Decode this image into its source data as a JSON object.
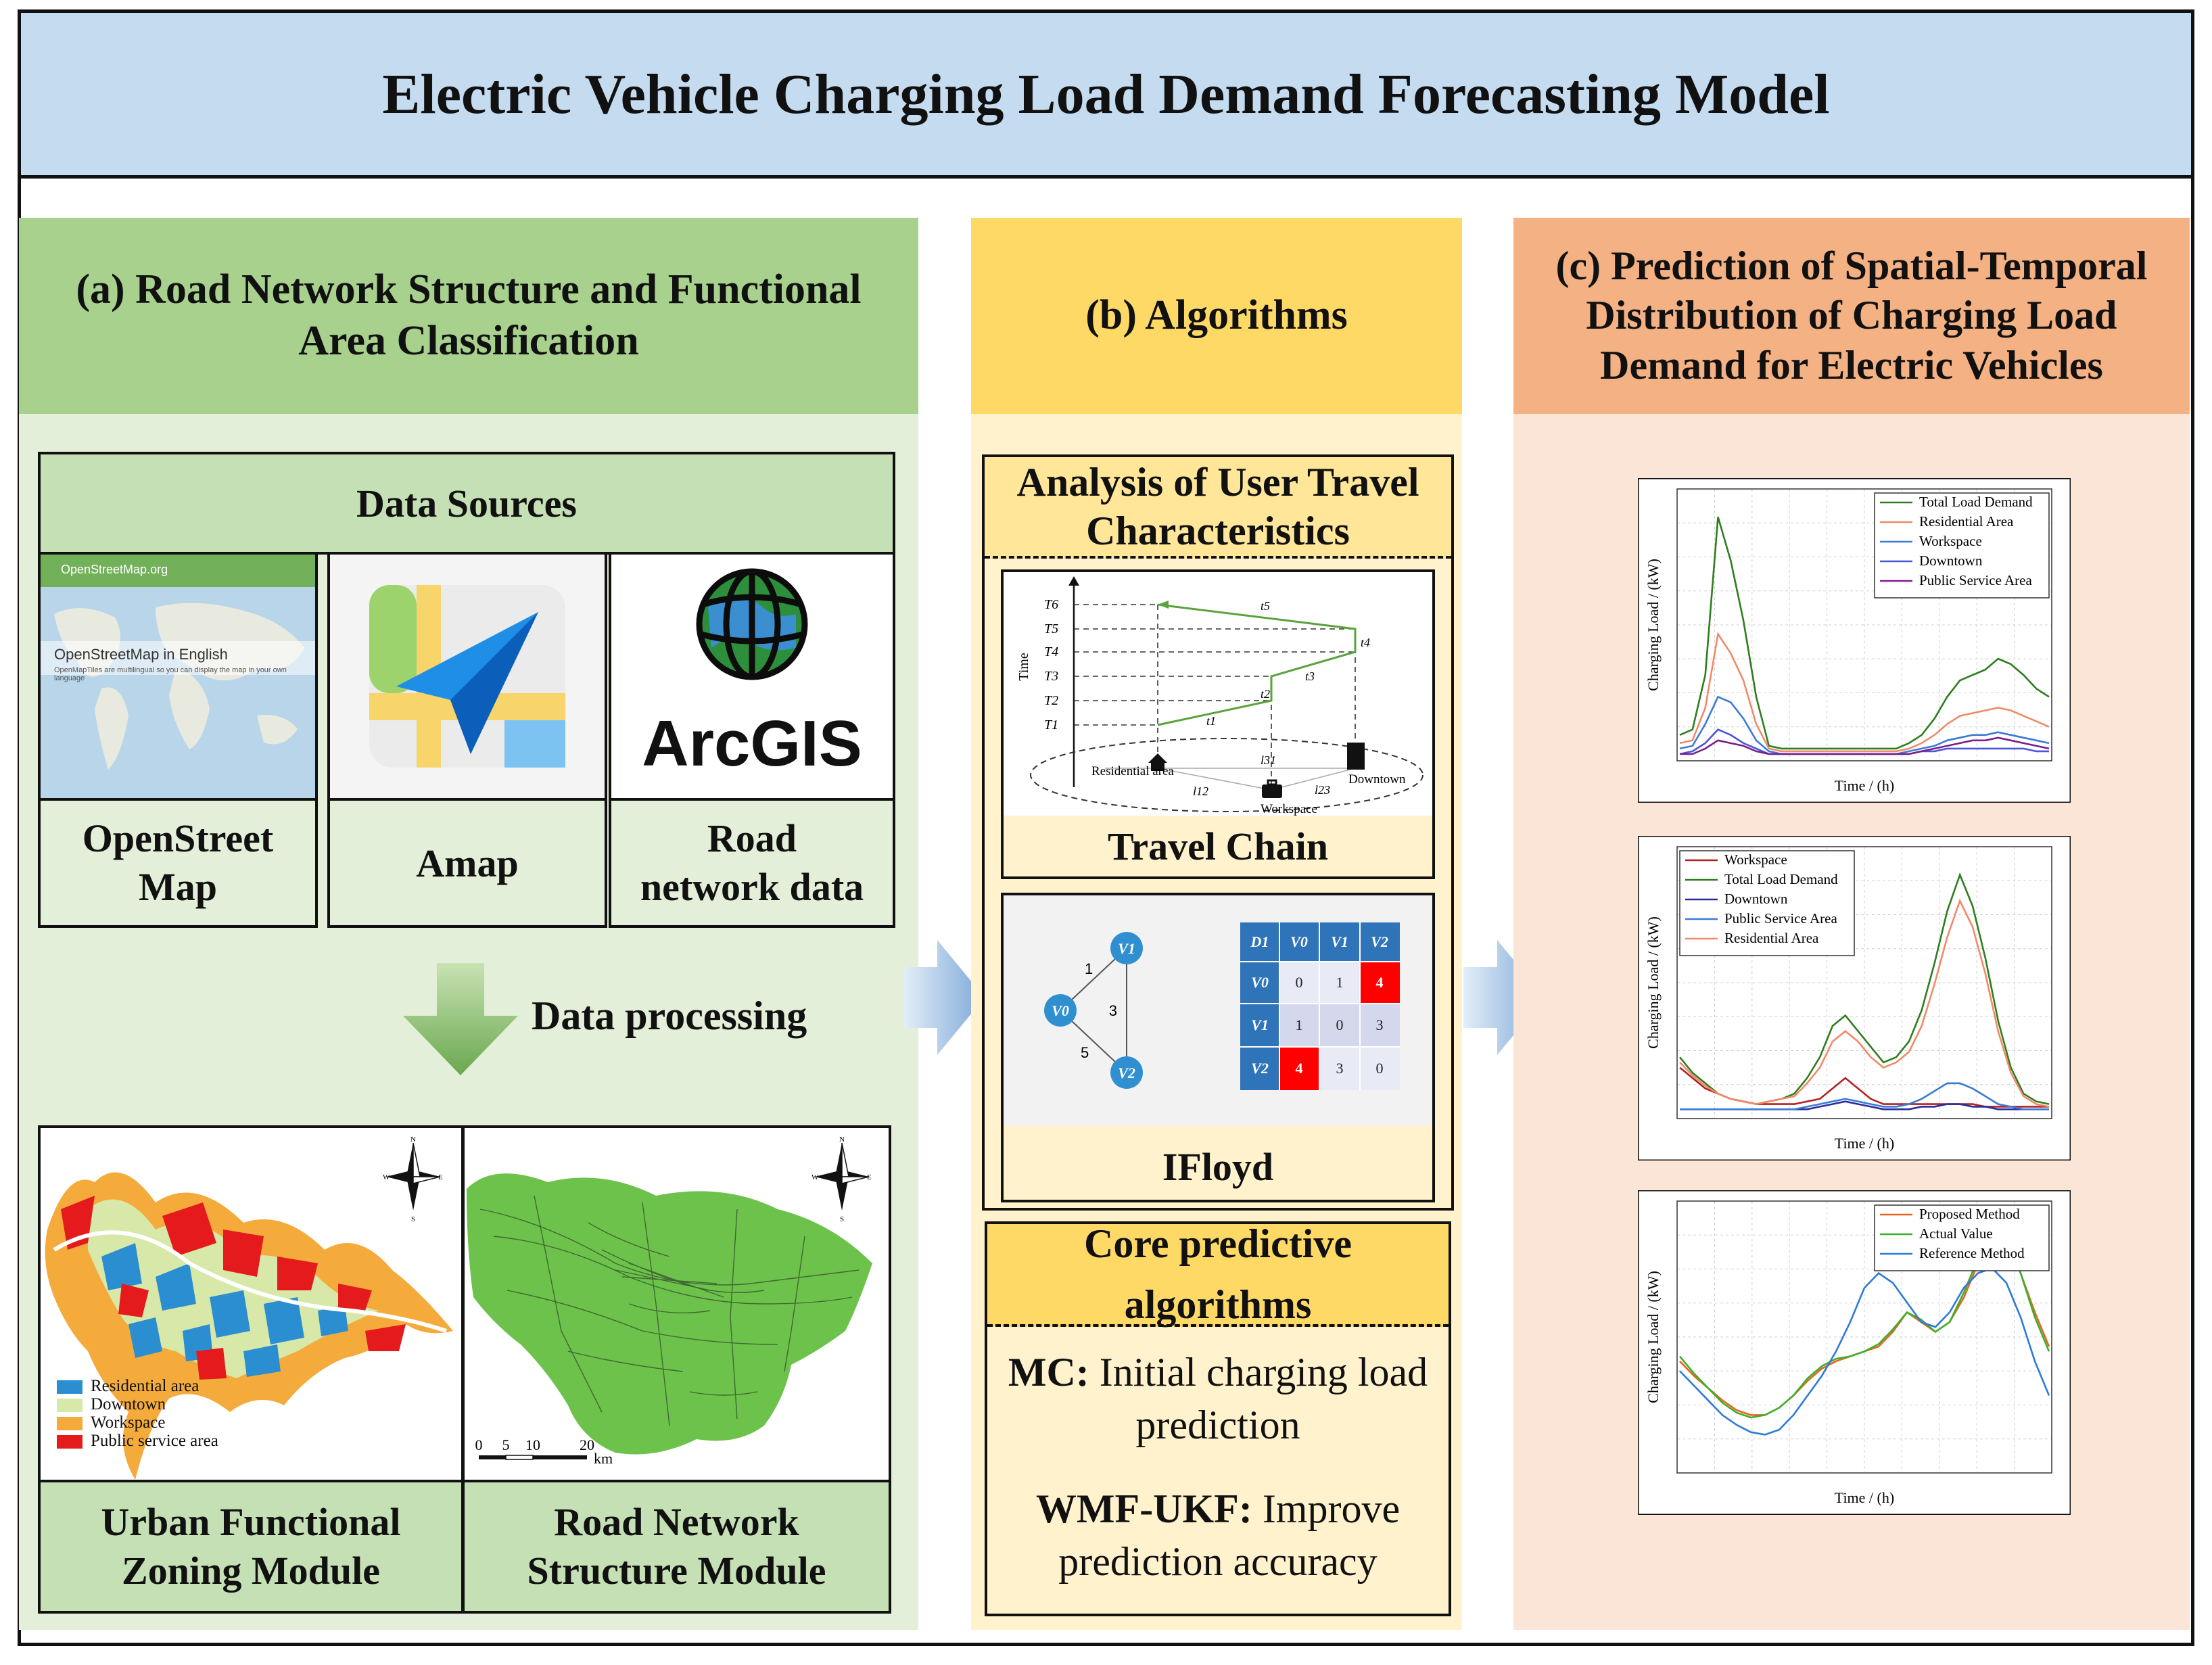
{
  "title": "Electric Vehicle Charging Load Demand Forecasting Model",
  "panel_a": {
    "heading": "(a) Road Network Structure and Functional Area Classification",
    "data_sources_label": "Data Sources",
    "sources": [
      {
        "label": "OpenStreet Map",
        "screenshot_title": "OpenStreetMap in English",
        "screenshot_sub": "OpenStreetMap.org",
        "screenshot_text": "OpenMapTiles are multilingual so you can display the map in your own language"
      },
      {
        "label": "Amap"
      },
      {
        "label": "Road network data",
        "logo_text": "ArcGIS"
      }
    ],
    "data_processing_label": "Data processing",
    "zoning_legend": [
      "Residential area",
      "Downtown",
      "Workspace",
      "Public service area"
    ],
    "scale_ticks": [
      "0",
      "5",
      "10",
      "20"
    ],
    "scale_unit": "km",
    "compass": {
      "n": "N",
      "s": "S",
      "e": "E",
      "w": "W"
    },
    "modules": [
      "Urban Functional Zoning Module",
      "Road Network Structure Module"
    ]
  },
  "panel_b": {
    "heading": "(b) Algorithms",
    "travel_section_title": "Analysis of User Travel Characteristics",
    "travel_chain": {
      "caption": "Travel Chain",
      "axis_label": "Time",
      "y_ticks": [
        "T6",
        "T5",
        "T4",
        "T3",
        "T2",
        "T1"
      ],
      "segment_labels": [
        "t5",
        "t4",
        "t3",
        "t2",
        "t1"
      ],
      "base_labels": [
        "l31",
        "l12",
        "l23"
      ],
      "places": [
        "Residential area",
        "Workspace",
        "Downtown"
      ]
    },
    "ifloyd": {
      "caption": "IFloyd",
      "nodes": [
        "V0",
        "V1",
        "V2"
      ],
      "edge_weights": [
        "1",
        "3",
        "5"
      ],
      "matrix_header": [
        "D1",
        "V0",
        "V1",
        "V2"
      ],
      "matrix_rows": [
        {
          "label": "V0",
          "values": [
            "0",
            "1",
            "4"
          ]
        },
        {
          "label": "V1",
          "values": [
            "1",
            "0",
            "3"
          ]
        },
        {
          "label": "V2",
          "values": [
            "4",
            "3",
            "0"
          ]
        }
      ]
    },
    "core_title": "Core predictive algorithms",
    "mc_label": "MC:",
    "mc_text": "Initial charging load prediction",
    "wmf_label": "WMF-UKF:",
    "wmf_text": "Improve prediction accuracy"
  },
  "panel_c": {
    "heading": "(c) Prediction of Spatial-Temporal Distribution of Charging Load Demand for Electric Vehicles"
  },
  "chart_data": [
    {
      "type": "line",
      "xlabel": "Time / (h)",
      "ylabel": "Charging Load / (kW)",
      "legend_position": "top-right",
      "grid": true,
      "series": [
        {
          "name": "Total Load Demand",
          "color": "#2e7d1e",
          "values": [
            8,
            10,
            30,
            88,
            72,
            50,
            22,
            4,
            3,
            3,
            3,
            3,
            3,
            3,
            3,
            3,
            3,
            3,
            5,
            8,
            14,
            22,
            28,
            30,
            32,
            36,
            34,
            30,
            25,
            22
          ]
        },
        {
          "name": "Residential Area",
          "color": "#f08a6a",
          "values": [
            5,
            6,
            18,
            45,
            38,
            28,
            12,
            3,
            2,
            2,
            2,
            2,
            2,
            2,
            2,
            2,
            2,
            2,
            3,
            5,
            8,
            12,
            15,
            16,
            17,
            18,
            17,
            15,
            13,
            11
          ]
        },
        {
          "name": "Workspace",
          "color": "#3a7bd5",
          "values": [
            3,
            4,
            12,
            22,
            20,
            14,
            6,
            2,
            1,
            1,
            1,
            1,
            1,
            1,
            1,
            1,
            1,
            1,
            2,
            3,
            4,
            6,
            7,
            8,
            8,
            9,
            8,
            7,
            6,
            5
          ]
        },
        {
          "name": "Downtown",
          "color": "#4a55d8",
          "values": [
            1,
            2,
            5,
            10,
            8,
            5,
            3,
            1,
            1,
            1,
            1,
            1,
            1,
            1,
            1,
            1,
            1,
            1,
            1,
            2,
            2,
            3,
            3,
            3,
            3,
            3,
            3,
            3,
            2,
            2
          ]
        },
        {
          "name": "Public Service Area",
          "color": "#7a1f8a",
          "values": [
            1,
            1,
            3,
            6,
            5,
            4,
            2,
            1,
            1,
            1,
            1,
            1,
            1,
            1,
            1,
            1,
            1,
            1,
            1,
            2,
            3,
            4,
            5,
            6,
            6,
            7,
            6,
            5,
            4,
            3
          ]
        }
      ]
    },
    {
      "type": "line",
      "xlabel": "Time / (h)",
      "ylabel": "Charging Load / (kW)",
      "legend_position": "top-left",
      "grid": true,
      "series": [
        {
          "name": "Workspace",
          "color": "#b22222",
          "values": [
            18,
            14,
            10,
            8,
            6,
            5,
            4,
            4,
            4,
            4,
            5,
            6,
            10,
            14,
            10,
            6,
            4,
            4,
            4,
            4,
            4,
            4,
            4,
            4,
            3,
            3,
            3,
            3,
            3,
            3
          ]
        },
        {
          "name": "Total Load Demand",
          "color": "#2e7d1e",
          "values": [
            22,
            16,
            12,
            8,
            6,
            5,
            4,
            5,
            6,
            8,
            14,
            22,
            34,
            38,
            32,
            26,
            20,
            22,
            28,
            40,
            58,
            78,
            92,
            80,
            60,
            36,
            18,
            8,
            5,
            4
          ]
        },
        {
          "name": "Downtown",
          "color": "#2a2a9a",
          "values": [
            2,
            2,
            2,
            2,
            2,
            2,
            2,
            2,
            2,
            2,
            2,
            3,
            4,
            5,
            4,
            3,
            2,
            2,
            2,
            3,
            3,
            4,
            4,
            3,
            3,
            2,
            2,
            2,
            2,
            2
          ]
        },
        {
          "name": "Public Service Area",
          "color": "#3a7bd5",
          "values": [
            2,
            2,
            2,
            2,
            2,
            2,
            2,
            2,
            2,
            2,
            3,
            4,
            5,
            6,
            5,
            4,
            3,
            3,
            4,
            6,
            9,
            12,
            12,
            10,
            7,
            4,
            3,
            2,
            2,
            2
          ]
        },
        {
          "name": "Residential Area",
          "color": "#f08a6a",
          "values": [
            20,
            15,
            11,
            8,
            6,
            5,
            4,
            5,
            6,
            7,
            12,
            18,
            28,
            32,
            28,
            22,
            18,
            20,
            24,
            34,
            50,
            68,
            82,
            72,
            54,
            32,
            16,
            7,
            4,
            3
          ]
        }
      ]
    },
    {
      "type": "line",
      "xlabel": "Time / (h)",
      "ylabel": "Charging Load / (kW)",
      "legend_position": "top-right",
      "grid": true,
      "series": [
        {
          "name": "Proposed Method",
          "color": "#e8641e",
          "values": [
            44,
            38,
            33,
            28,
            24,
            22,
            22,
            25,
            30,
            36,
            41,
            44,
            46,
            48,
            50,
            56,
            64,
            60,
            56,
            60,
            70,
            84,
            96,
            92,
            80,
            64,
            50
          ]
        },
        {
          "name": "Actual Value",
          "color": "#3cb02a",
          "values": [
            46,
            39,
            33,
            27,
            23,
            21,
            22,
            25,
            30,
            37,
            42,
            45,
            46,
            48,
            51,
            57,
            64,
            61,
            56,
            60,
            72,
            86,
            98,
            93,
            80,
            62,
            48
          ]
        },
        {
          "name": "Reference Method",
          "color": "#2f7ad8",
          "values": [
            40,
            34,
            28,
            22,
            18,
            15,
            14,
            16,
            22,
            30,
            38,
            48,
            60,
            74,
            80,
            76,
            68,
            60,
            58,
            64,
            74,
            80,
            82,
            76,
            62,
            44,
            30
          ]
        }
      ]
    }
  ]
}
